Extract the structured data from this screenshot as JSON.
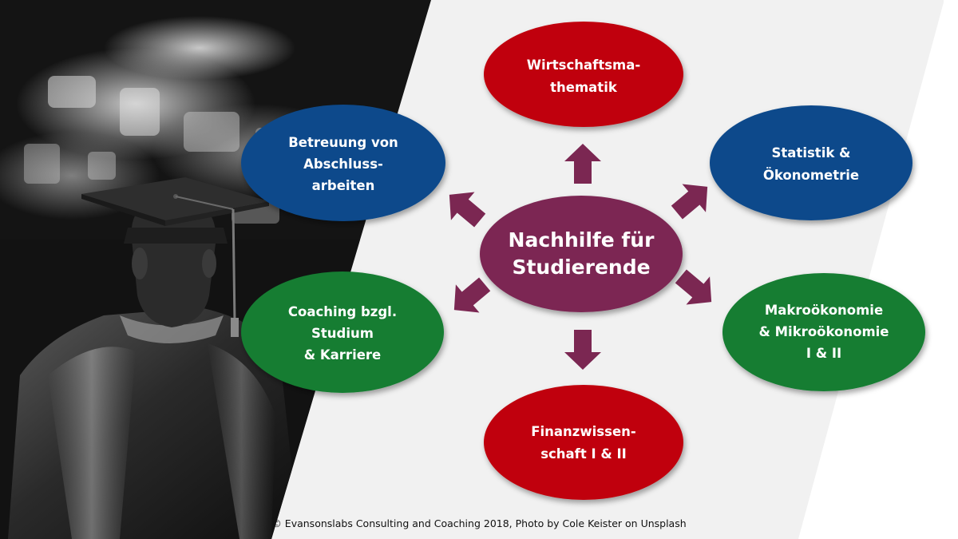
{
  "colors": {
    "panel": "#f1f1f1",
    "center": "#7b2752",
    "arrow": "#7b2752",
    "red": "#c0000c",
    "blue": "#0b4a8b",
    "green": "#127d30",
    "photo_dark": "#141414"
  },
  "diagram": {
    "center": {
      "lines": [
        "Nachhilfe für",
        "Studierende"
      ]
    },
    "nodes": [
      {
        "id": "wirtschaftsmathematik",
        "color": "red",
        "lines": [
          "Wirtschaftsma-",
          "thematik"
        ]
      },
      {
        "id": "statistik",
        "color": "blue",
        "lines": [
          "Statistik &",
          "Ökonometrie"
        ]
      },
      {
        "id": "makro-mikro",
        "color": "green",
        "lines": [
          "Makroökonomie",
          "& Mikroökonomie",
          "I & II"
        ]
      },
      {
        "id": "finanzwissenschaft",
        "color": "red",
        "lines": [
          "Finanzwissen-",
          "schaft I & II"
        ]
      },
      {
        "id": "coaching",
        "color": "green",
        "lines": [
          "Coaching bzgl.",
          "Studium",
          "& Karriere"
        ]
      },
      {
        "id": "betreuung",
        "color": "blue",
        "lines": [
          "Betreuung von",
          "Abschluss-",
          "arbeiten"
        ]
      }
    ]
  },
  "credit": "© Evansonslabs Consulting and Coaching 2018, Photo by Cole Keister  on Unsplash",
  "photo": {
    "subject": "graduate-in-cap-and-gown-photo"
  }
}
